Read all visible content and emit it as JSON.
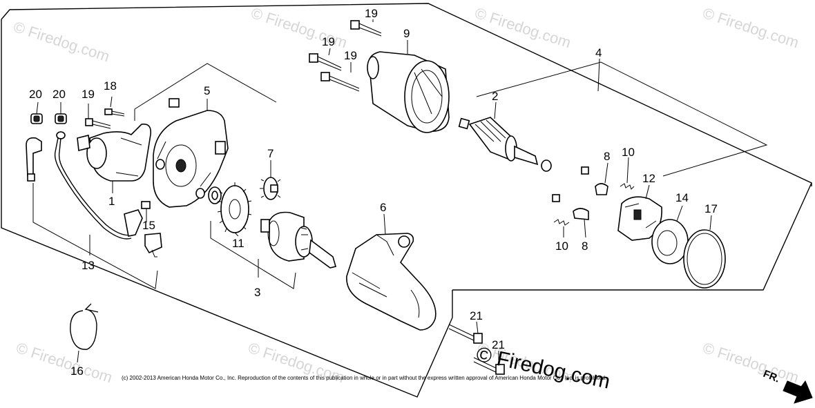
{
  "watermarks": [
    "© Firedog.com",
    "© Firedog.com",
    "© Firedog.com",
    "© Firedog.com",
    "© Firedog.com",
    "© Firedog.com",
    "© Firedog.com",
    "© Firedog.com"
  ],
  "watermark_center": "© Firedog.com",
  "callouts": {
    "c1": "1",
    "c2": "2",
    "c3": "3",
    "c4": "4",
    "c5": "5",
    "c6": "6",
    "c7": "7",
    "c8a": "8",
    "c8b": "8",
    "c9": "9",
    "c10a": "10",
    "c10b": "10",
    "c11": "11",
    "c12": "12",
    "c13": "13",
    "c14": "14",
    "c15": "15",
    "c16": "16",
    "c17": "17",
    "c18": "18",
    "c19a": "19",
    "c19b": "19",
    "c19c": "19",
    "c19d": "19",
    "c20a": "20",
    "c20b": "20",
    "c21a": "21",
    "c21b": "21"
  },
  "copyright": "(c) 2002-2013 American Honda Motor Co., Inc. Reproduction of the contents of this publication in whole or in part without the express written approval of American Honda Motor Co., Inc. is prohibited.",
  "direction_label": "FR."
}
